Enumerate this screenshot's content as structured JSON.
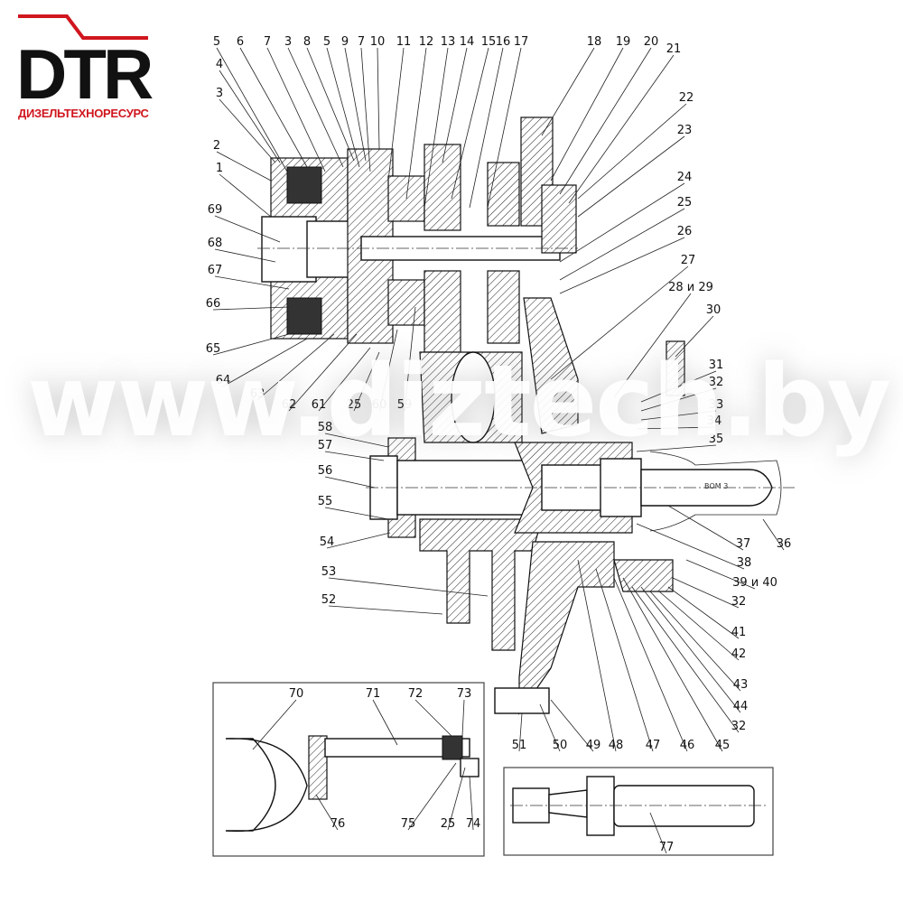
{
  "logo": {
    "brand": "DTR",
    "subtitle": "ДИЗЕЛЬТЕХНОРЕСУРС"
  },
  "watermark": "www.diztech.by",
  "shaft_marking": "ВОМ 3",
  "callouts": [
    "5",
    "6",
    "7",
    "3",
    "8",
    "5",
    "9",
    "7",
    "10",
    "11",
    "12",
    "13",
    "14",
    "15",
    "16",
    "17",
    "18",
    "19",
    "20",
    "21",
    "4",
    "3",
    "2",
    "1",
    "69",
    "68",
    "67",
    "66",
    "65",
    "64",
    "63",
    "62",
    "61",
    "25",
    "60",
    "59",
    "22",
    "23",
    "24",
    "25",
    "26",
    "27",
    "28 и 29",
    "30",
    "31",
    "32",
    "33",
    "34",
    "35",
    "36",
    "37",
    "38",
    "39 и 40",
    "32",
    "41",
    "42",
    "43",
    "44",
    "32",
    "45",
    "46",
    "47",
    "48",
    "49",
    "50",
    "51",
    "58",
    "57",
    "56",
    "55",
    "54",
    "53",
    "52",
    "70",
    "71",
    "72",
    "73",
    "76",
    "75",
    "25",
    "74",
    "77"
  ]
}
